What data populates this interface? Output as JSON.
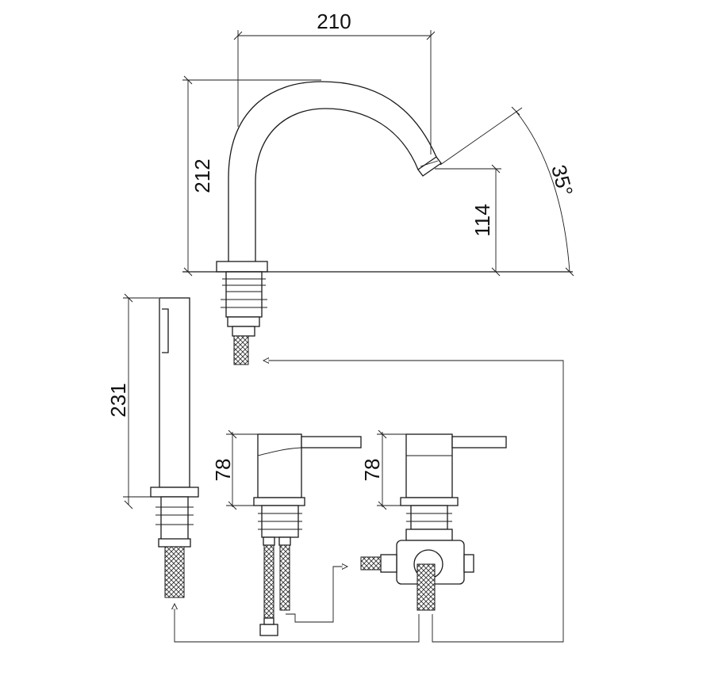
{
  "drawing": {
    "spout": {
      "reach": "210",
      "height": "212",
      "outlet_height": "114",
      "angle": "35°"
    },
    "hand_shower": {
      "height": "231"
    },
    "mixer_left": {
      "height": "78"
    },
    "mixer_right": {
      "height": "78"
    }
  }
}
